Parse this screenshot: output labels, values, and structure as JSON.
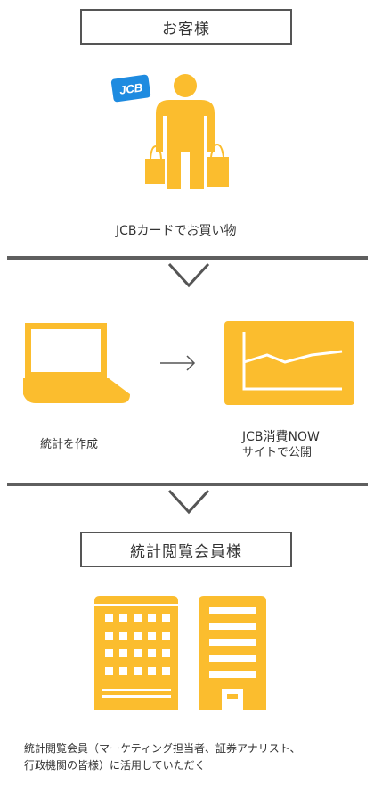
{
  "customer": {
    "title": "お客様",
    "card_label": "JCB",
    "caption": "JCBカードでお買い物"
  },
  "process": {
    "left_caption": "統計を作成",
    "right_caption_line1": "JCB消費NOW",
    "right_caption_line2": "サイトで公開"
  },
  "members": {
    "title": "統計閲覧会員様",
    "caption_line1": "統計閲覧会員（マーケティング担当者、証券アナリスト、",
    "caption_line2": "行政機関の皆様）に活用していただく"
  },
  "colors": {
    "accent": "#FBBD2E",
    "card_blue": "#1E8BE0",
    "border": "#555555",
    "text": "#333333"
  }
}
